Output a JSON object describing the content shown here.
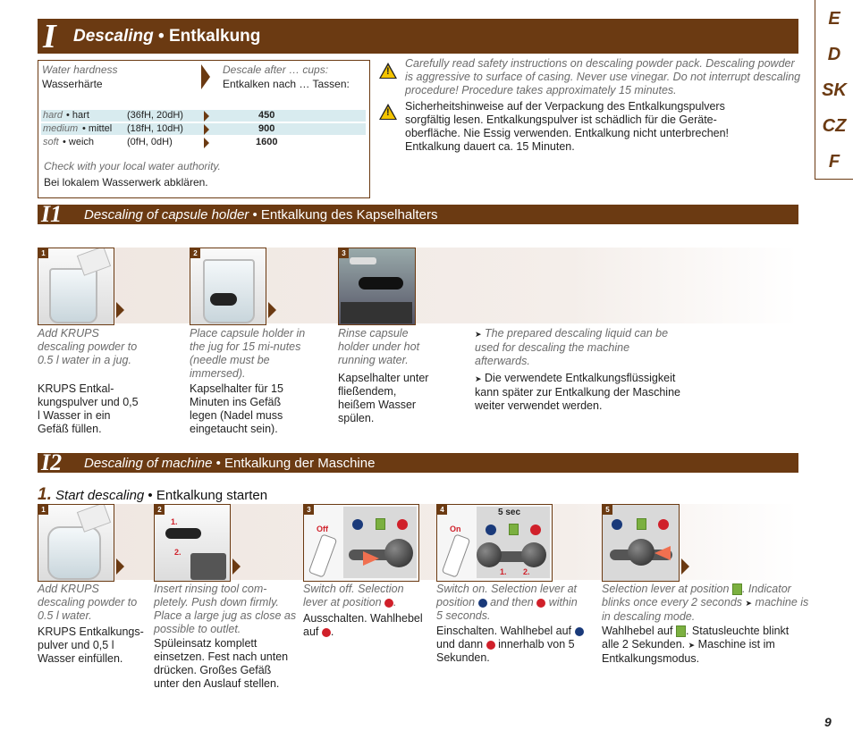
{
  "header": {
    "roman": "I",
    "title_en": "Descaling",
    "sep": "•",
    "title_de": "Entkalkung"
  },
  "lang_tabs": [
    "E",
    "D",
    "SK",
    "CZ",
    "F"
  ],
  "hardness": {
    "col1_en": "Water hardness",
    "col1_de": "Wasserhärte",
    "col2_en": "Descale after … cups:",
    "col2_de": "Entkalken nach … Tassen:",
    "rows": [
      {
        "en": "hard",
        "de": "hart",
        "range": "(36fH, 20dH)",
        "cups": "450"
      },
      {
        "en": "medium",
        "de": "mittel",
        "range": "(18fH, 10dH)",
        "cups": "900"
      },
      {
        "en": "soft",
        "de": "weich",
        "range": "(0fH, 0dH)",
        "cups": "1600"
      }
    ],
    "check_en": "Check with your local water authority.",
    "check_de": "Bei lokalem Wasserwerk abklären."
  },
  "warnings": {
    "en": "Carefully read safety instructions on descaling powder pack. Descaling powder is aggressive to surface of casing. Never use vinegar. Do not interrupt descaling procedure! Procedure takes approximately 15 minutes.",
    "de": "Sicherheitshinweise auf der Verpackung des Entkalkungspulvers sorgfältig lesen. Entkalkungspulver ist schädlich für die Geräte-oberfläche. Nie Essig verwenden. Entkalkung nicht unterbrechen! Entkalkung dauert ca. 15 Minuten."
  },
  "section_i1": {
    "code": "I1",
    "title_en": "Descaling of capsule holder",
    "title_de": "Entkalkung des Kapselhalters",
    "steps": [
      {
        "num": "1",
        "en": "Add KRUPS descaling powder to 0.5 l water in a jug.",
        "de": "KRUPS Entkal-kungspulver und 0,5 l Wasser in ein Gefäß füllen."
      },
      {
        "num": "2",
        "en": "Place capsule holder in the jug for 15 mi-nutes (needle must be immersed).",
        "de": "Kapselhalter für 15 Minuten ins Gefäß legen (Nadel muss eingetaucht sein)."
      },
      {
        "num": "3",
        "en": "Rinse capsule holder under hot running water.",
        "de": "Kapselhalter unter fließendem, heißem Wasser spülen."
      }
    ],
    "note_en": "The prepared descaling liquid can be used for descaling the machine afterwards.",
    "note_de": "Die verwendete Entkalkungsflüssigkeit kann später zur Entkalkung der Maschine weiter verwendet werden."
  },
  "section_i2": {
    "code": "I2",
    "title_en": "Descaling of machine",
    "title_de": "Entkalkung der Maschine",
    "sub_num": "1.",
    "sub_en": "Start descaling",
    "sub_de": "Entkalkung starten",
    "img_labels": {
      "off": "Off",
      "on": "On",
      "sec": "5 sec",
      "one": "1.",
      "two": "2."
    },
    "steps": [
      {
        "num": "1",
        "en": "Add KRUPS descaling powder to 0.5 l water.",
        "de": "KRUPS Entkalkungs-pulver und 0,5 l Wasser einfüllen."
      },
      {
        "num": "2",
        "en": "Insert rinsing tool com-pletely. Push down firmly. Place a large jug as close as possible to outlet.",
        "de": "Spüleinsatz komplett einsetzen. Fest nach unten drücken. Großes Gefäß unter den Auslauf stellen."
      },
      {
        "num": "3",
        "en_a": "Switch off. Selection lever at position",
        "en_b": ".",
        "de_a": "Ausschalten. Wahlhebel auf",
        "de_b": "."
      },
      {
        "num": "4",
        "en_a": "Switch on. Selection lever at position",
        "en_b": "and then",
        "en_c": "within 5 seconds.",
        "de_a": "Einschalten. Wahlhebel auf",
        "de_b": "und dann",
        "de_c": "innerhalb von 5 Sekunden."
      },
      {
        "num": "5",
        "en_a": "Selection lever at position",
        "en_b": ". Indicator blinks once every 2 seconds",
        "en_c": "machine is in descaling mode.",
        "de_a": "Wahlhebel auf",
        "de_b": ". Statusleuchte blinkt alle 2 Sekunden.",
        "de_c": "Maschine ist im Entkalkungsmodus."
      }
    ]
  },
  "page_number": "9",
  "colors": {
    "brown": "#6b3a12",
    "blue": "#1a3a7a",
    "red": "#d0202a",
    "green": "#7bb040",
    "yellow": "#f4c400"
  }
}
